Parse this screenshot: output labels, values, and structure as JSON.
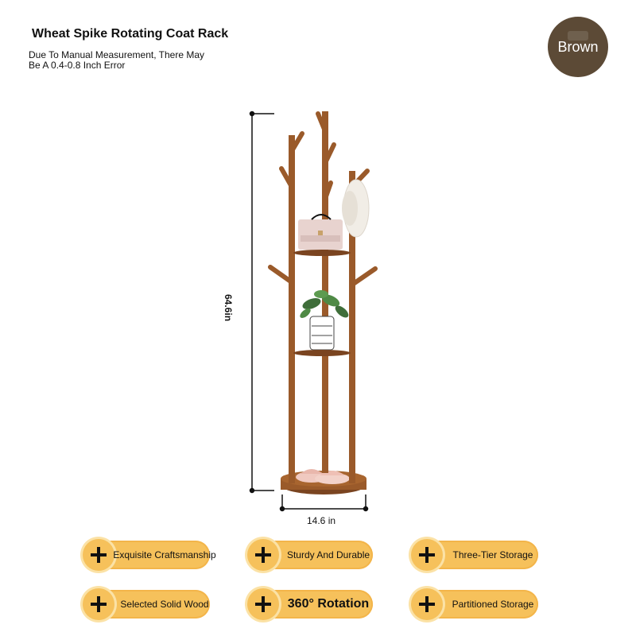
{
  "header": {
    "title": "Wheat Spike Rotating Coat Rack",
    "note": "Due To Manual Measurement, There May Be A 0.4-0.8 Inch Error"
  },
  "color_option": {
    "label": "Brown",
    "color": "#5c4a36"
  },
  "dimensions": {
    "height": "64.6in",
    "width": "14.6 in"
  },
  "colors": {
    "wood": "#9a5a2a",
    "wood_dark": "#7a4420",
    "pill": "#f6c15b"
  },
  "features": [
    {
      "label": "Exquisite Craftsmanship",
      "icon": "plus-icon"
    },
    {
      "label": "Sturdy And Durable",
      "icon": "plus-icon"
    },
    {
      "label": "Three-Tier Storage",
      "icon": "plus-icon"
    },
    {
      "label": "Selected Solid Wood",
      "icon": "plus-icon"
    },
    {
      "label": "360° Rotation",
      "icon": "plus-icon"
    },
    {
      "label": "Partitioned Storage",
      "icon": "plus-icon"
    }
  ]
}
